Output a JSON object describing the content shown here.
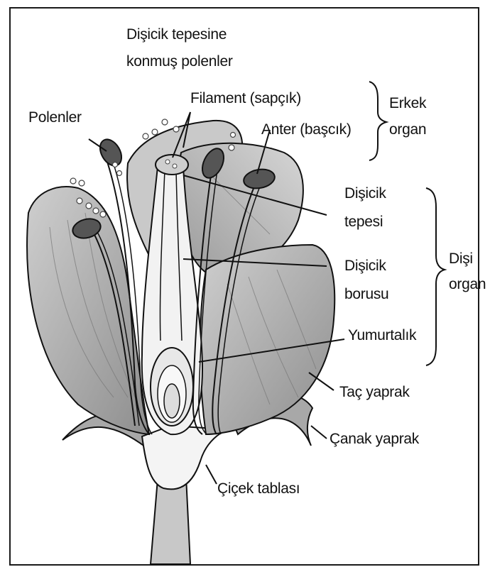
{
  "labels": {
    "pollen_on_stigma_line1": "Dişicik tepesine",
    "pollen_on_stigma_line2": "konmuş polenler",
    "filament": "Filament (sapçık)",
    "anther": "Anter (başcık)",
    "male_organ_line1": "Erkek",
    "male_organ_line2": "organ",
    "pollen": "Polenler",
    "stigma_line1": "Dişicik",
    "stigma_line2": "tepesi",
    "style_line1": "Dişicik",
    "style_line2": "borusu",
    "female_organ_line1": "Dişi",
    "female_organ_line2": "organ",
    "ovary": "Yumurtalık",
    "petal": "Taç yaprak",
    "sepal": "Çanak yaprak",
    "receptacle": "Çiçek tablası"
  },
  "colors": {
    "line": "#111111",
    "petal_fill": "#b9b9b9",
    "petal_dark": "#8a8a8a",
    "background": "#ffffff"
  }
}
